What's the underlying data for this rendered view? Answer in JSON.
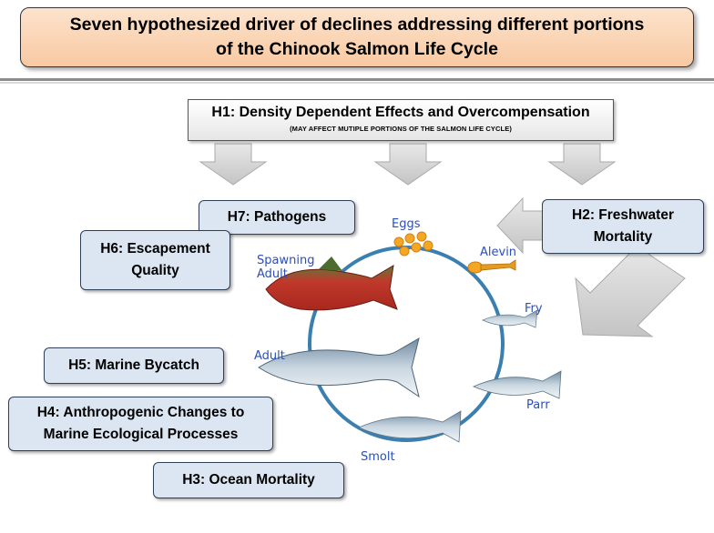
{
  "title": "Seven hypothesized driver of declines addressing different portions\nof the Chinook Salmon Life Cycle",
  "h1": {
    "title": "H1:  Density Dependent Effects and Overcompensation",
    "subtitle": "(MAY AFFECT MUTIPLE PORTIONS OF THE SALMON LIFE CYCLE)"
  },
  "hypotheses": {
    "h2": "H2:  Freshwater\nMortality",
    "h3": "H3:  Ocean Mortality",
    "h4": "H4:  Anthropogenic Changes to\nMarine Ecological Processes",
    "h5": "H5:  Marine Bycatch",
    "h6": "H6: Escapement\nQuality",
    "h7": "H7:  Pathogens"
  },
  "stages": {
    "eggs": "Eggs",
    "alevin": "Alevin",
    "fry": "Fry",
    "parr": "Parr",
    "smolt": "Smolt",
    "adult": "Adult",
    "spawning_line1": "Spawning",
    "spawning_line2": "Adult"
  },
  "colors": {
    "cycle_ring": "#3a7fb0",
    "hypothesis_fill": "#dce6f2",
    "title_fill": "#f8c9a2",
    "arrow_fill": "#d6d6d6",
    "egg": "#f5a623",
    "spawning_fish": "#c0392b"
  }
}
